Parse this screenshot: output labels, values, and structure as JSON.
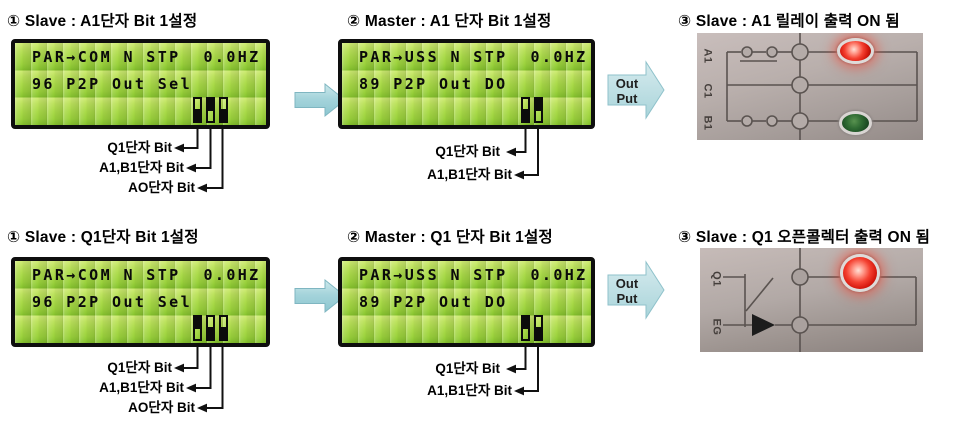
{
  "colors": {
    "lcd_green_light": "#d0ec75",
    "lcd_green_dark": "#83c02b",
    "lcd_border": "#0e0e0e",
    "flow_arrow_blue": "#a5d4db",
    "led_red": "#f44131",
    "led_green_off": "#2f6b33",
    "panel_gray": "#b2a9a6"
  },
  "rows": [
    {
      "step1": {
        "title": "① Slave : A1단자 Bit 1설정",
        "lcd": {
          "line1": "PAR→COM N STP  0.0HZ",
          "line2": "96 P2P Out Sel",
          "bits": [
            "0",
            "1",
            "0"
          ]
        },
        "bit_labels": [
          "Q1단자 Bit",
          "A1,B1단자 Bit",
          "AO단자 Bit"
        ]
      },
      "step2": {
        "title": "② Master : A1 단자 Bit 1설정",
        "lcd": {
          "line1": "PAR→USS N STP  0.0HZ",
          "line2": "89 P2P Out DO",
          "bits": [
            "0",
            "1"
          ]
        },
        "bit_labels": [
          "Q1단자 Bit",
          "A1,B1단자 Bit"
        ]
      },
      "output_label": {
        "line1": "Out",
        "line2": "Put"
      },
      "step3": {
        "title": "③ Slave : A1 릴레이 출력 ON 됨",
        "terminals": [
          "A1",
          "C1",
          "B1"
        ],
        "leds": [
          "red-on",
          "green-off"
        ]
      }
    },
    {
      "step1": {
        "title": "① Slave : Q1단자 Bit 1설정",
        "lcd": {
          "line1": "PAR→COM N STP  0.0HZ",
          "line2": "96 P2P Out Sel",
          "bits": [
            "1",
            "0",
            "0"
          ]
        },
        "bit_labels": [
          "Q1단자 Bit",
          "A1,B1단자 Bit",
          "AO단자 Bit"
        ]
      },
      "step2": {
        "title": "② Master : Q1 단자 Bit 1설정",
        "lcd": {
          "line1": "PAR→USS N STP  0.0HZ",
          "line2": "89 P2P Out DO",
          "bits": [
            "1",
            "0"
          ]
        },
        "bit_labels": [
          "Q1단자 Bit",
          "A1,B1단자 Bit"
        ]
      },
      "output_label": {
        "line1": "Out",
        "line2": "Put"
      },
      "step3": {
        "title": "③ Slave : Q1 오픈콜렉터 출력 ON 됨",
        "terminals": [
          "Q1",
          "EG"
        ],
        "leds": [
          "red-on"
        ]
      }
    }
  ]
}
